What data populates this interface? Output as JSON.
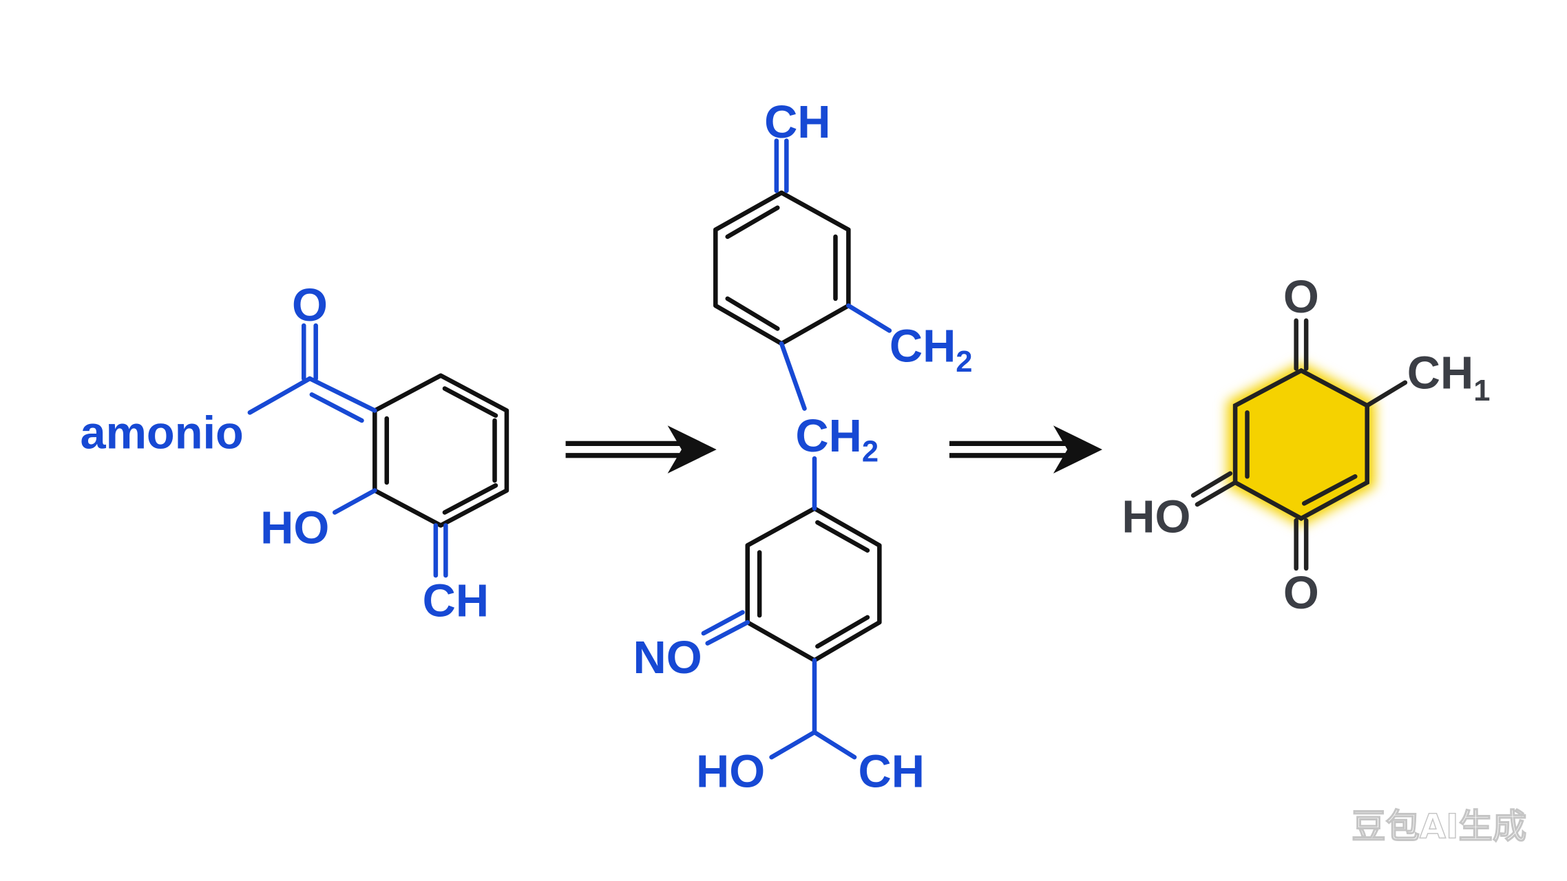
{
  "molecule_1": {
    "labels": {
      "carbonyl_o": "O",
      "amonio": "amonio",
      "hydroxyl": "HO",
      "methine": "CH"
    }
  },
  "molecule_2": {
    "labels": {
      "top_ch": "CH",
      "ch2_right": "CH",
      "ch2_right_sub": "2",
      "bridge_ch2": "CH",
      "bridge_ch2_sub": "2",
      "nitroso": "NO",
      "hydroxyl": "HO",
      "ch_bottom": "CH"
    }
  },
  "molecule_3": {
    "highlight_color": "#f5d200",
    "labels": {
      "o_top": "O",
      "methyl": "CH",
      "methyl_sub": "1",
      "hydroxyl": "HO",
      "o_bottom": "O"
    }
  },
  "watermark": "豆包AI生成"
}
